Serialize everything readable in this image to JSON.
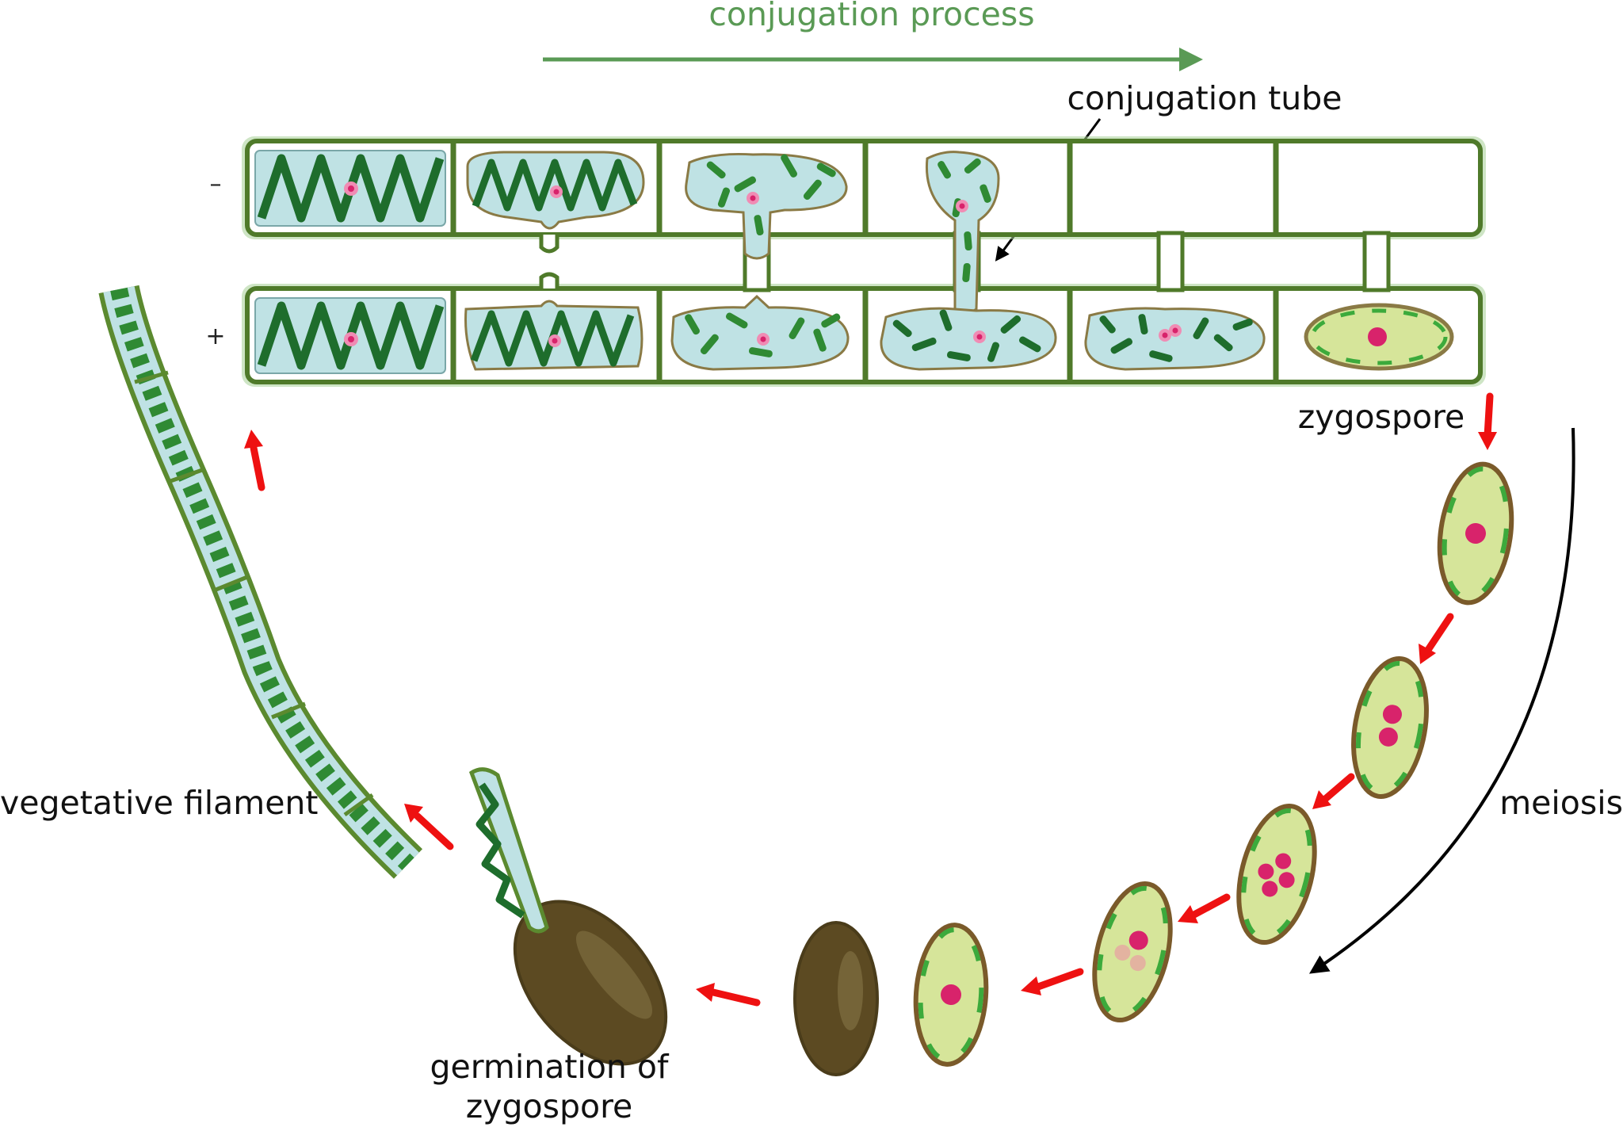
{
  "labels": {
    "process": "conjugation process",
    "tube": "conjugation tube",
    "minus": "–",
    "plus": "+",
    "zygospore": "zygospore",
    "meiosis": "meiosis",
    "vegetative": "vegetative filament",
    "germination_line1": "germination of",
    "germination_line2": "zygospore"
  },
  "colors": {
    "cell_wall": "#4f7a2a",
    "wall_outer": "#a6cf96",
    "cytoplasm": "#bfe2e4",
    "chloroplast_dark": "#1e6d2c",
    "chloroplast_light": "#3caa3c",
    "nucleus": "#d8236b",
    "nucleus_halo": "#f08cb4",
    "zygospore_fill": "#d6e59a",
    "zygospore_wall": "#7a5a2a",
    "dormant_spore": "#5c4a22",
    "arrow_red": "#ee1111",
    "arrow_black": "#000000",
    "process_arrow": "#5a9a55"
  }
}
